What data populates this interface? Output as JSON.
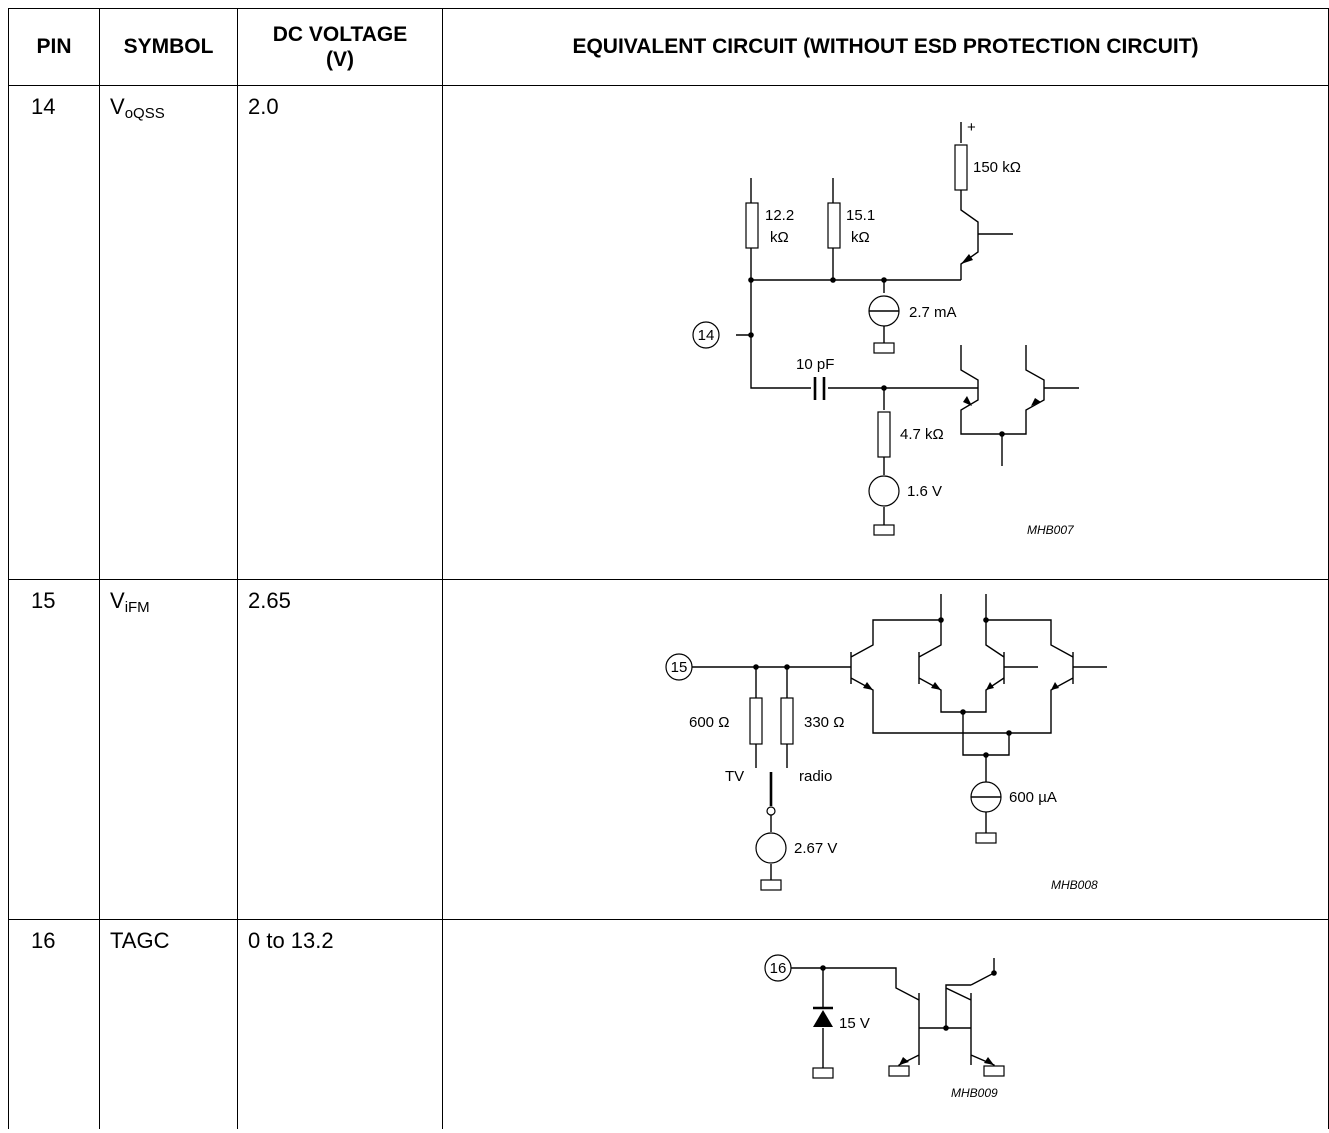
{
  "headers": {
    "pin": "PIN",
    "symbol": "SYMBOL",
    "dc_voltage_line1": "DC VOLTAGE",
    "dc_voltage_line2": "(V)",
    "circuit": "EQUIVALENT CIRCUIT (WITHOUT ESD PROTECTION CIRCUIT)"
  },
  "rows": [
    {
      "pin": "14",
      "symbol_main": "V",
      "symbol_sub": "oQSS",
      "voltage": "2.0",
      "circuit": {
        "plus": "+",
        "r_top": "150 kΩ",
        "r1_val": "12.2",
        "r1_unit": "kΩ",
        "r2_val": "15.1",
        "r2_unit": "kΩ",
        "current": "2.7 mA",
        "pin_label": "14",
        "cap": "10 pF",
        "r_bottom": "4.7 kΩ",
        "vsrc": "1.6 V",
        "code": "MHB007"
      }
    },
    {
      "pin": "15",
      "symbol_main": "V",
      "symbol_sub": "iFM",
      "voltage": "2.65",
      "circuit": {
        "pin_label": "15",
        "r1": "600 Ω",
        "r2": "330 Ω",
        "tv": "TV",
        "radio": "radio",
        "current": "600 µA",
        "vsrc": "2.67 V",
        "code": "MHB008"
      }
    },
    {
      "pin": "16",
      "symbol_main": "TAGC",
      "symbol_sub": "",
      "voltage": "0 to 13.2",
      "circuit": {
        "pin_label": "16",
        "zener": "15 V",
        "code": "MHB009"
      }
    }
  ]
}
